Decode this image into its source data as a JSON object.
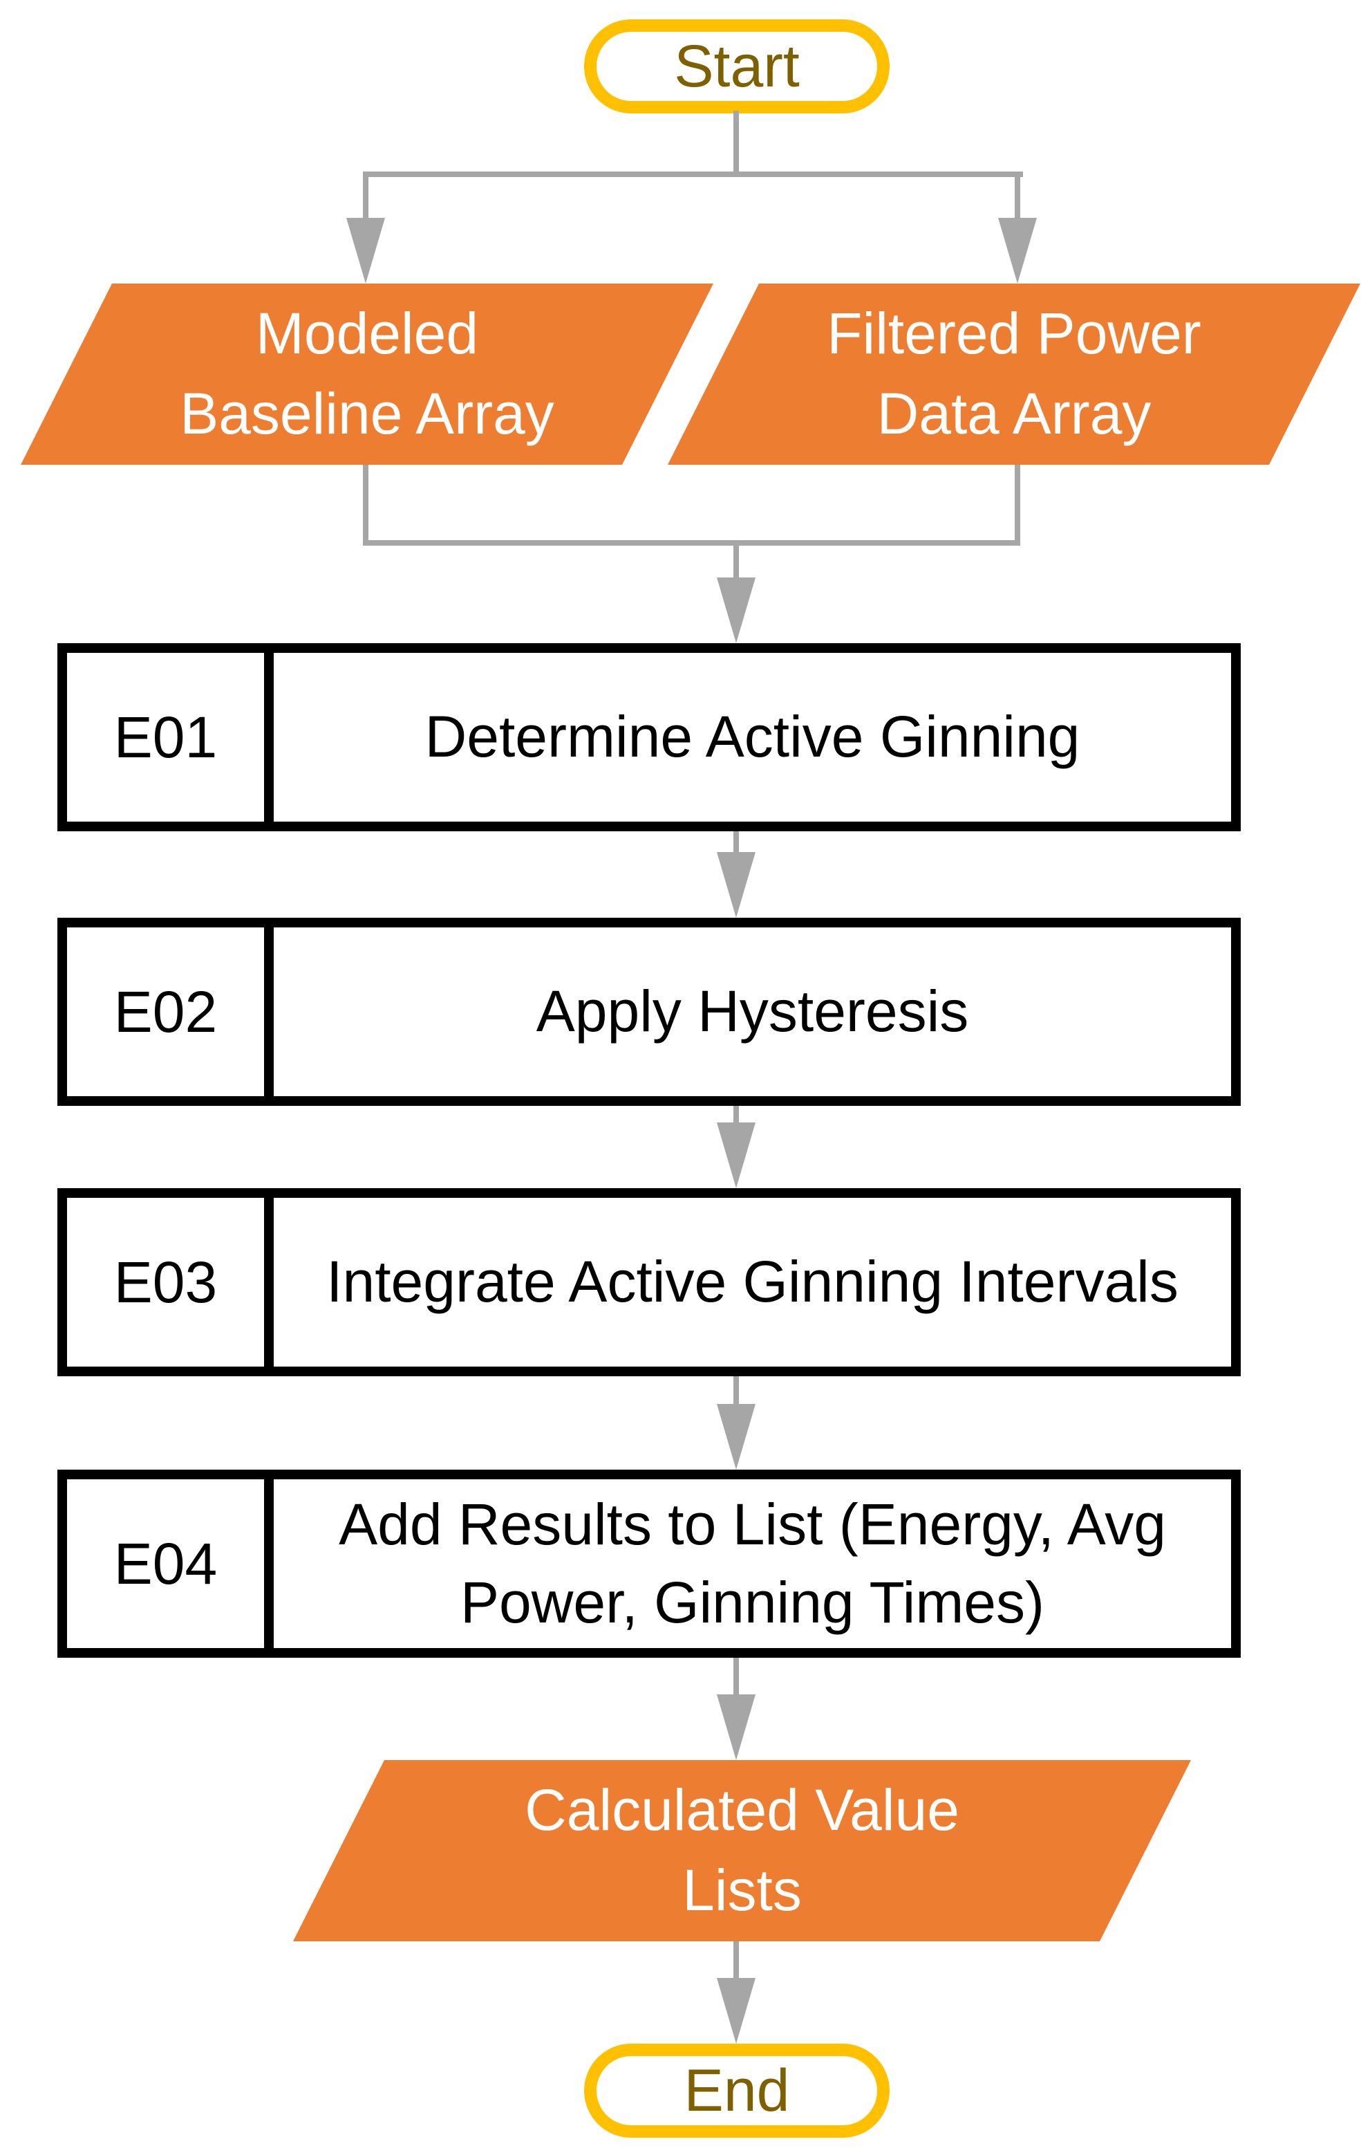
{
  "diagram": {
    "start": {
      "label": "Start"
    },
    "end": {
      "label": "End"
    },
    "inputs": [
      {
        "lines": [
          "Modeled",
          "Baseline Array"
        ]
      },
      {
        "lines": [
          "Filtered Power",
          "Data Array"
        ]
      }
    ],
    "steps": [
      {
        "code": "E01",
        "label": "Determine Active Ginning"
      },
      {
        "code": "E02",
        "label": "Apply Hysteresis"
      },
      {
        "code": "E03",
        "label": "Integrate Active Ginning Intervals"
      },
      {
        "code": "E04",
        "label": "Add Results to List (Energy, Avg Power, Ginning Times)"
      }
    ],
    "output": {
      "lines": [
        "Calculated Value",
        "Lists"
      ]
    },
    "colors": {
      "node_fill": "#ED7D31",
      "terminator_border": "#FFC000",
      "terminator_text": "#7F6000",
      "connector": "#A6A6A6",
      "box_border": "#000000"
    }
  }
}
